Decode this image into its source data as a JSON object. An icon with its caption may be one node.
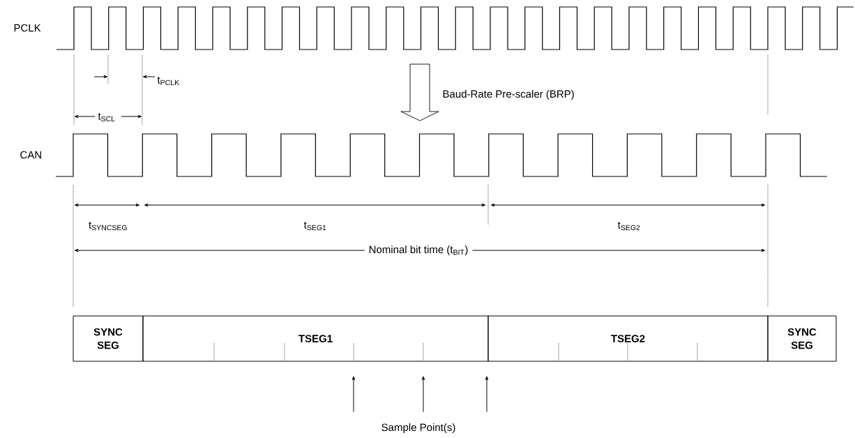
{
  "diagram": {
    "nodes": [
      {
        "text": [
          "SYNC SEG"
        ]
      },
      {
        "text": [
          "TSEG1"
        ]
      },
      {
        "text": [
          "TSEG2"
        ]
      },
      {
        "text": [
          "SYNC SEG"
        ]
      },
      {
        "text": [
          "Sample Point(s)"
        ]
      }
    ],
    "edges": [
      {
        "from": 4,
        "to": 1,
        "arrow": "to"
      },
      {
        "from": 4,
        "to": 1,
        "arrow": "to"
      },
      {
        "from": 4,
        "to": 1,
        "arrow": "to"
      }
    ],
    "labels": [
      "PCLK",
      "t$_{PCLK}$",
      "Baud-Rate Pre-scaler (BRP)",
      "t$_{SCL}$",
      "CAN",
      "t$_{SYNCSEG}$",
      "t$_{SEG1}$",
      "t$_{SEG2}$",
      "Nominal bit time (t$_{BIT}$)"
    ]
  }
}
